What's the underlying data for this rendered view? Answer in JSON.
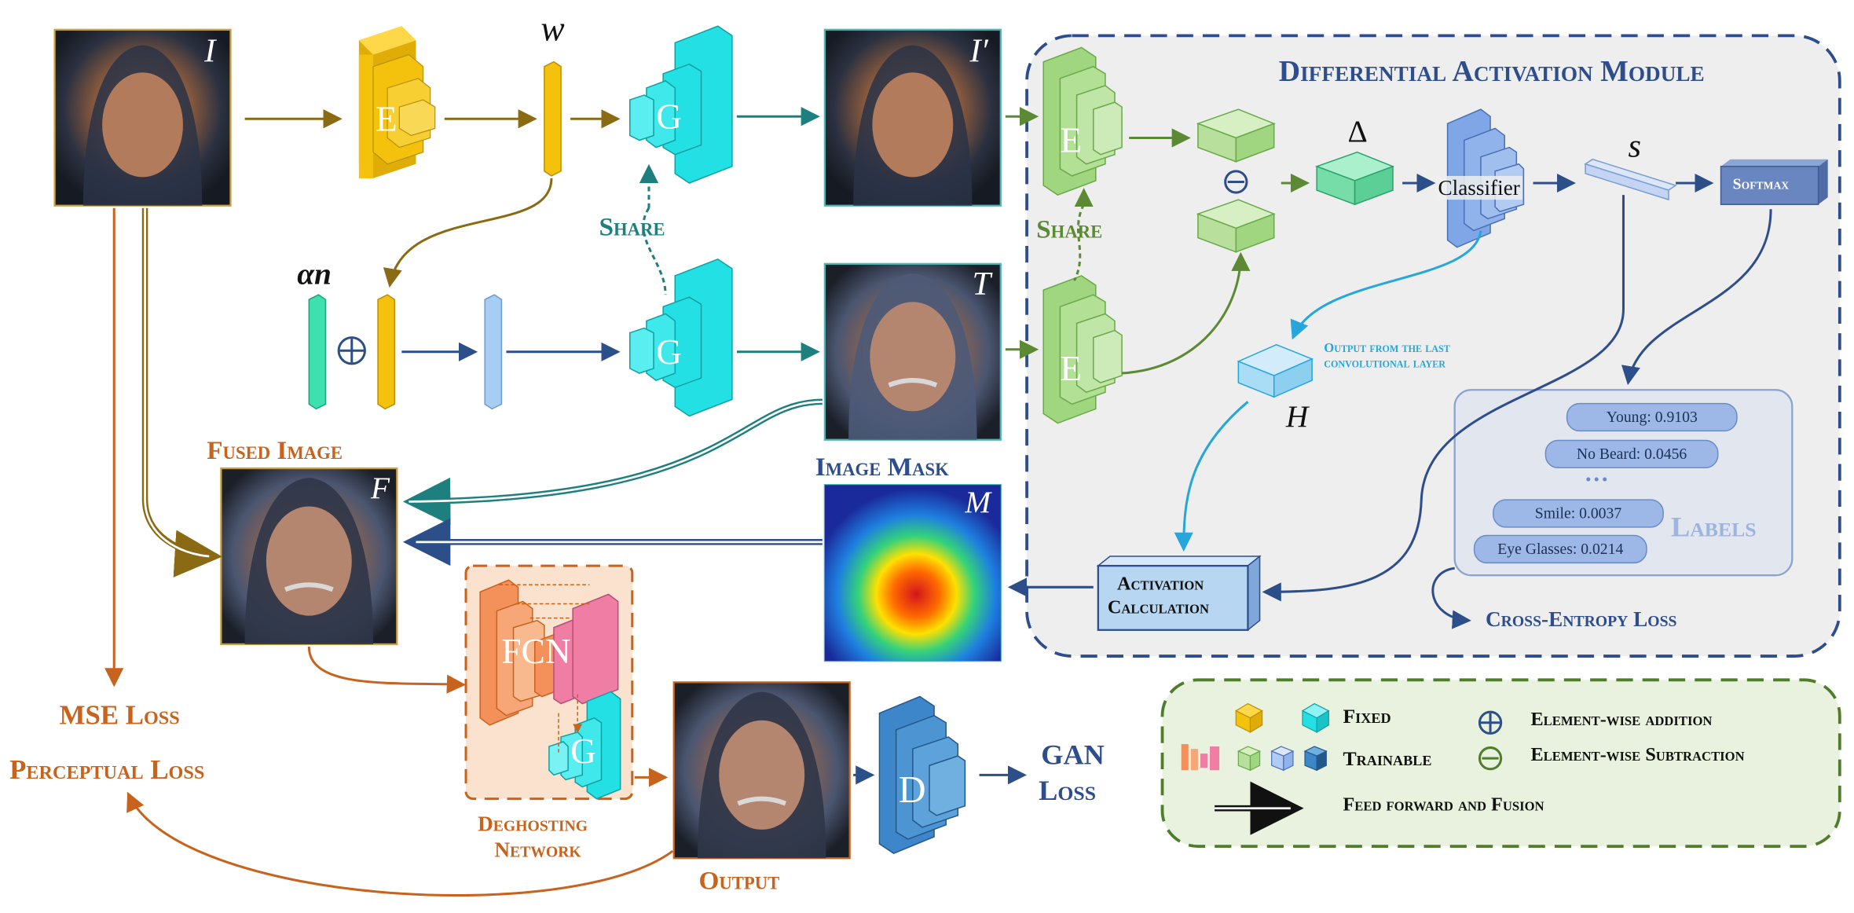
{
  "module_title": "Differential Activation Module",
  "symbols": {
    "I": "I",
    "I_prime": "I′",
    "T": "T",
    "F": "F",
    "M": "M",
    "w": "w",
    "alpha_n": "αn",
    "delta": "Δ",
    "H": "H",
    "s": "s"
  },
  "blocks": {
    "encoder": "E",
    "generator": "G",
    "discriminator": "D",
    "fcn": "FCN",
    "classifier": "Classifier",
    "softmax": "Softmax",
    "activation_calc_line1": "Activation",
    "activation_calc_line2": "Calculation"
  },
  "labels": {
    "share_g": "Share",
    "share_e": "Share",
    "fused_image": "Fused Image",
    "image_mask": "Image Mask",
    "output_last_conv_line1": "Output from the last",
    "output_last_conv_line2": "convolutional layer",
    "deghosting_line1": "Deghosting",
    "deghosting_line2": "Network",
    "output": "Output",
    "mse_loss": "MSE Loss",
    "perceptual_loss": "Perceptual Loss",
    "gan_loss_line1": "GAN",
    "gan_loss_line2": "Loss",
    "labels_title": "Labels",
    "cross_entropy_loss": "Cross-Entropy Loss"
  },
  "predictions": [
    {
      "text": "Young: 0.9103"
    },
    {
      "text": "No Beard: 0.0456"
    },
    {
      "text": "Smile: 0.0037"
    },
    {
      "text": "Eye Glasses: 0.0214"
    }
  ],
  "ellipsis": "•••",
  "legend": {
    "fixed": "Fixed",
    "trainable": "Trainable",
    "add": "Element-wise addition",
    "subtract": "Element-wise Subtraction",
    "feed_forward": "Feed forward and Fusion"
  },
  "colors": {
    "encoder_fixed": "#f4c20d",
    "generator_fixed": "#22e0e3",
    "encoder_trainable": "#9fd67f",
    "classifier": "#7fa6e6",
    "discriminator": "#3d86c9",
    "fcn": "#f4915a",
    "fcn_pink": "#ef7da4",
    "olive_arrow": "#8a6a12",
    "teal_arrow": "#1e7f7f",
    "navy_arrow": "#2c4f8a",
    "green_arrow": "#5c8a34",
    "cyan_arrow": "#27a6dc",
    "orange_text": "#c8631d",
    "module_bg": "#eeeeee",
    "module_border": "#2e4d8c",
    "legend_bg": "#e8f2de",
    "legend_border": "#4f7d2c"
  }
}
